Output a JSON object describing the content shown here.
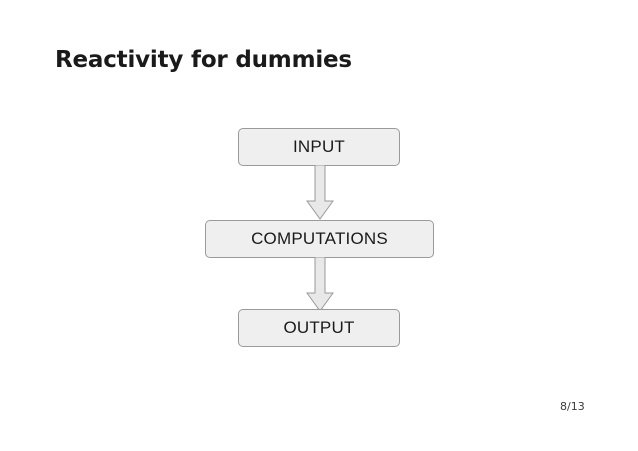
{
  "slide": {
    "title": "Reactivity for dummies",
    "page_number": "8/13"
  },
  "diagram": {
    "nodes": [
      {
        "id": "input",
        "label": "INPUT"
      },
      {
        "id": "computations",
        "label": "COMPUTATIONS"
      },
      {
        "id": "output",
        "label": "OUTPUT"
      }
    ],
    "arrows": [
      {
        "from": "input",
        "to": "computations",
        "icon": "arrow-down-icon"
      },
      {
        "from": "computations",
        "to": "output",
        "icon": "arrow-down-icon"
      }
    ],
    "colors": {
      "node_fill": "#efefef",
      "node_border": "#9a9a9a",
      "arrow_fill": "#e8e8e8",
      "arrow_border": "#9a9a9a",
      "text": "#1a1a1a",
      "background": "#ffffff"
    }
  }
}
